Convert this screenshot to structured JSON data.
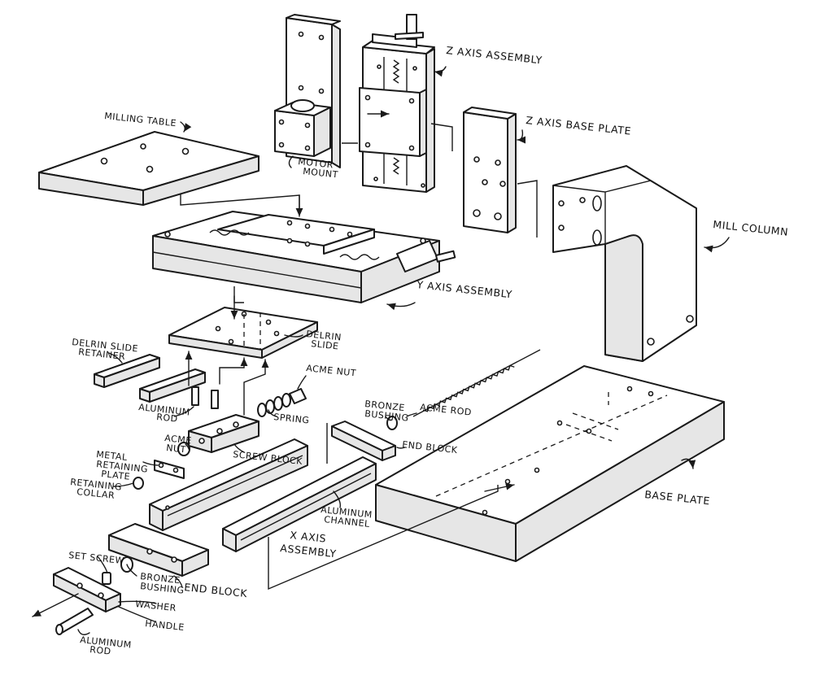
{
  "labels": {
    "z_axis_assembly": "Z AXIS ASSEMBLY",
    "milling_table": "MILLING TABLE",
    "motor_mount_1": "MOTOR",
    "motor_mount_2": "MOUNT",
    "z_axis_base_plate": "Z AXIS BASE PLATE",
    "mill_column": "MILL COLUMN",
    "y_axis_assembly": "Y AXIS ASSEMBLY",
    "delrin_slide_1": "DELRIN",
    "delrin_slide_2": "SLIDE",
    "delrin_slide_retainer_1": "DELRIN SLIDE",
    "delrin_slide_retainer_2": "RETAINER",
    "acme_nut_top": "ACME NUT",
    "aluminum_rod_mid_1": "ALUMINUM",
    "aluminum_rod_mid_2": "ROD",
    "spring": "SPRING",
    "bronze_bushing_top_1": "BRONZE",
    "bronze_bushing_top_2": "BUSHING",
    "acme_rod": "ACME ROD",
    "acme_nut_left_1": "ACME",
    "acme_nut_left_2": "NUT",
    "screw_block": "SCREW BLOCK",
    "end_block_right": "END BLOCK",
    "metal_retaining_plate_1": "METAL",
    "metal_retaining_plate_2": "RETAINING",
    "metal_retaining_plate_3": "PLATE",
    "retaining_collar_1": "RETAINING",
    "retaining_collar_2": "COLLAR",
    "aluminum_channel_1": "ALUMINUM",
    "aluminum_channel_2": "CHANNEL",
    "x_axis_assembly_1": "X AXIS",
    "x_axis_assembly_2": "ASSEMBLY",
    "base_plate": "BASE PLATE",
    "set_screw": "SET SCREW",
    "bronze_bushing_bottom_1": "BRONZE",
    "bronze_bushing_bottom_2": "BUSHING",
    "end_block_bottom": "END BLOCK",
    "washer": "WASHER",
    "handle": "HANDLE",
    "aluminum_rod_bottom_1": "ALUMINUM",
    "aluminum_rod_bottom_2": "ROD"
  },
  "colors": {
    "ink": "#1a1a1a",
    "paper": "#ffffff",
    "shading": "#e6e6e6"
  }
}
